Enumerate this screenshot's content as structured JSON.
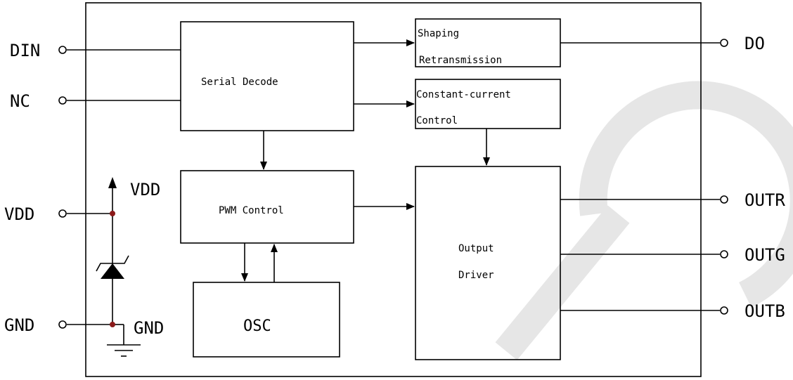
{
  "pins": {
    "din": "DIN",
    "nc": "NC",
    "vdd": "VDD",
    "gnd": "GND",
    "do": "DO",
    "outr": "OUTR",
    "outg": "OUTG",
    "outb": "OUTB"
  },
  "internal": {
    "vdd_label": "VDD",
    "gnd_label": "GND"
  },
  "blocks": {
    "serial_decode": "Serial Decode",
    "shaping_line1": "Shaping",
    "shaping_line2": "Retransmission",
    "constant_line1": "Constant-current",
    "constant_line2": "Control",
    "pwm": "PWM Control",
    "osc": "OSC",
    "output_line1": "Output",
    "output_line2": "Driver"
  },
  "colors": {
    "line": "#000000",
    "junction_dot": "#8b1a1a",
    "watermark": "#e6e6e6"
  }
}
